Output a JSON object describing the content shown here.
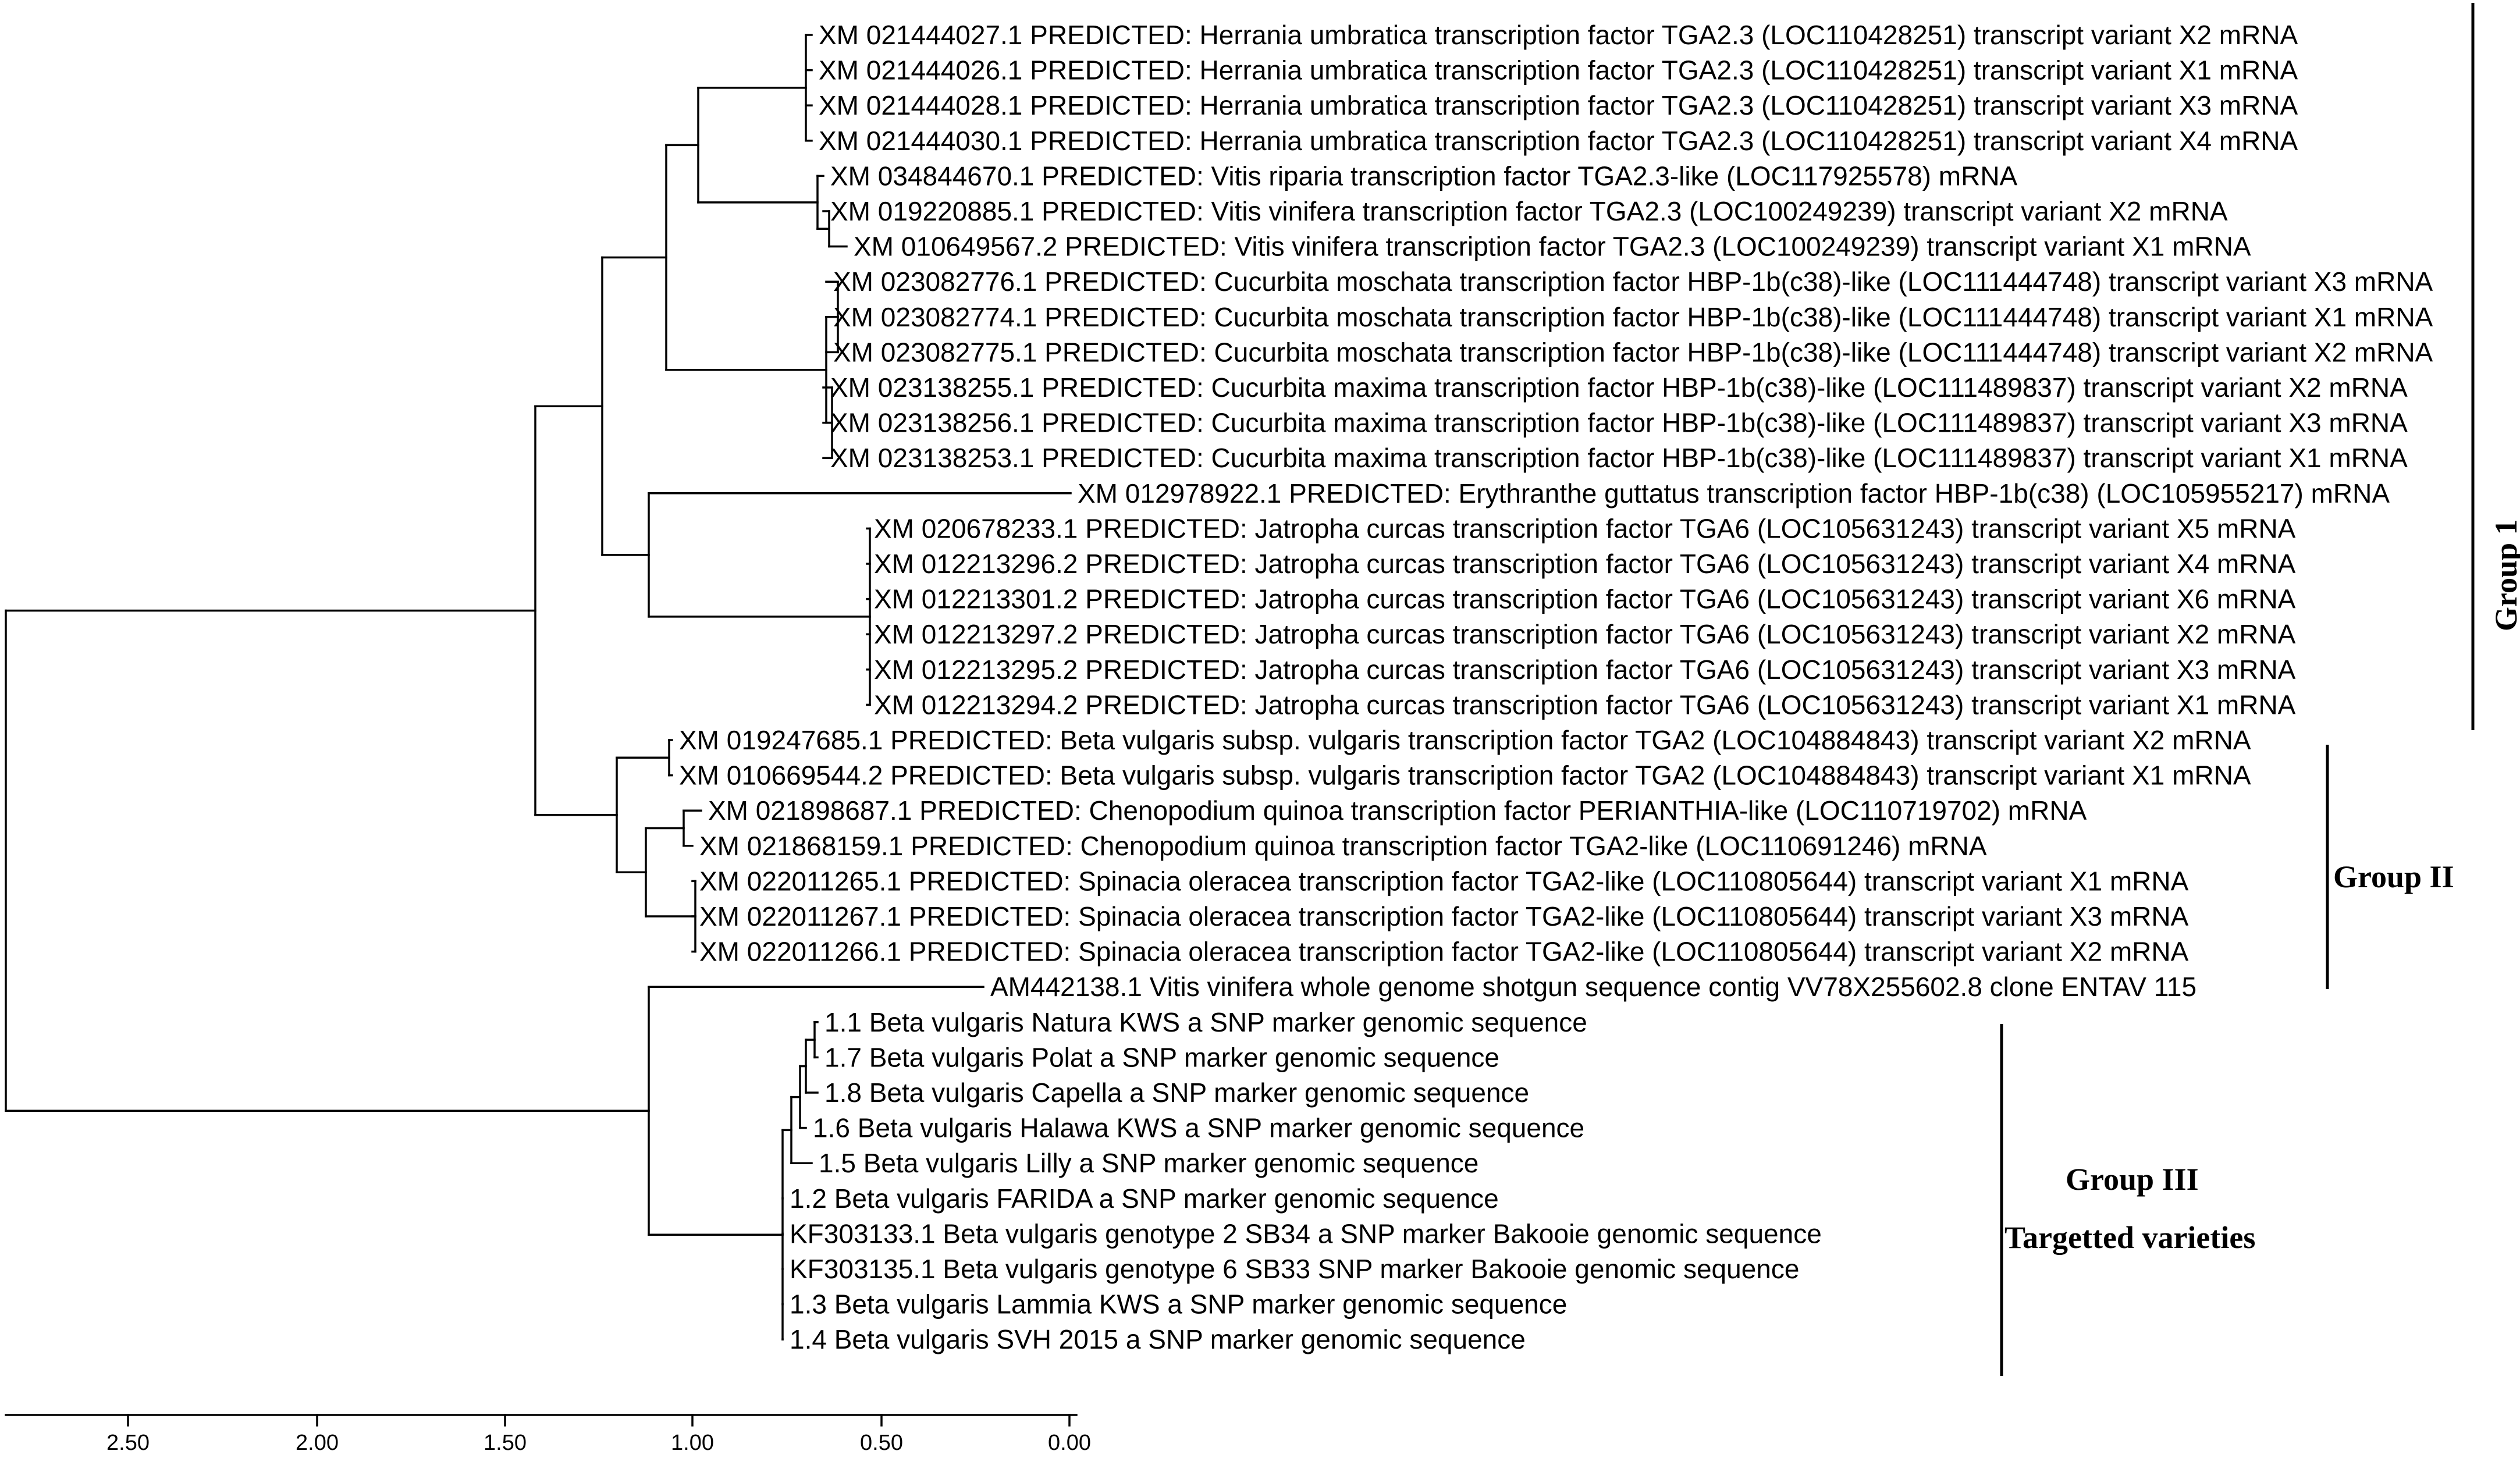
{
  "tree": {
    "leaves": [
      "XM 021444027.1 PREDICTED: Herrania umbratica transcription factor TGA2.3 (LOC110428251) transcript variant X2 mRNA",
      "XM 021444026.1 PREDICTED: Herrania umbratica transcription factor TGA2.3 (LOC110428251) transcript variant X1 mRNA",
      "XM 021444028.1 PREDICTED: Herrania umbratica transcription factor TGA2.3 (LOC110428251) transcript variant X3 mRNA",
      "XM 021444030.1 PREDICTED: Herrania umbratica transcription factor TGA2.3 (LOC110428251) transcript variant X4 mRNA",
      "XM 034844670.1 PREDICTED: Vitis riparia transcription factor TGA2.3-like (LOC117925578) mRNA",
      "XM 019220885.1 PREDICTED: Vitis vinifera transcription factor TGA2.3 (LOC100249239) transcript variant X2 mRNA",
      "XM 010649567.2 PREDICTED: Vitis vinifera transcription factor TGA2.3 (LOC100249239) transcript variant X1 mRNA",
      "XM 023082776.1 PREDICTED: Cucurbita moschata transcription factor HBP-1b(c38)-like (LOC111444748) transcript variant X3 mRNA",
      "XM 023082774.1 PREDICTED: Cucurbita moschata transcription factor HBP-1b(c38)-like (LOC111444748) transcript variant X1 mRNA",
      "XM 023082775.1 PREDICTED: Cucurbita moschata transcription factor HBP-1b(c38)-like (LOC111444748) transcript variant X2 mRNA",
      "XM 023138255.1 PREDICTED: Cucurbita maxima transcription factor HBP-1b(c38)-like (LOC111489837) transcript variant X2 mRNA",
      "XM 023138256.1 PREDICTED: Cucurbita maxima transcription factor HBP-1b(c38)-like (LOC111489837) transcript variant X3 mRNA",
      "XM 023138253.1 PREDICTED: Cucurbita maxima transcription factor HBP-1b(c38)-like (LOC111489837) transcript variant X1 mRNA",
      "XM 012978922.1 PREDICTED: Erythranthe guttatus transcription factor HBP-1b(c38) (LOC105955217) mRNA",
      "XM 020678233.1 PREDICTED: Jatropha curcas transcription factor TGA6 (LOC105631243) transcript variant X5 mRNA",
      "XM 012213296.2 PREDICTED: Jatropha curcas transcription factor TGA6 (LOC105631243) transcript variant X4 mRNA",
      "XM 012213301.2 PREDICTED: Jatropha curcas transcription factor TGA6 (LOC105631243) transcript variant X6 mRNA",
      "XM 012213297.2 PREDICTED: Jatropha curcas transcription factor TGA6 (LOC105631243) transcript variant X2 mRNA",
      "XM 012213295.2 PREDICTED: Jatropha curcas transcription factor TGA6 (LOC105631243) transcript variant X3 mRNA",
      "XM 012213294.2 PREDICTED: Jatropha curcas transcription factor TGA6 (LOC105631243) transcript variant X1 mRNA",
      "XM 019247685.1 PREDICTED: Beta vulgaris subsp. vulgaris transcription factor TGA2 (LOC104884843) transcript variant X2 mRNA",
      "XM 010669544.2 PREDICTED: Beta vulgaris subsp. vulgaris transcription factor TGA2 (LOC104884843) transcript variant X1 mRNA",
      "XM 021898687.1 PREDICTED: Chenopodium quinoa transcription factor PERIANTHIA-like (LOC110719702) mRNA",
      "XM 021868159.1 PREDICTED: Chenopodium quinoa transcription factor TGA2-like (LOC110691246) mRNA",
      "XM 022011265.1 PREDICTED: Spinacia oleracea transcription factor TGA2-like (LOC110805644) transcript variant X1 mRNA",
      "XM 022011267.1 PREDICTED: Spinacia oleracea transcription factor TGA2-like (LOC110805644) transcript variant X3 mRNA",
      "XM 022011266.1 PREDICTED: Spinacia oleracea transcription factor TGA2-like (LOC110805644) transcript variant X2 mRNA",
      "AM442138.1 Vitis vinifera whole genome shotgun sequence contig VV78X255602.8 clone ENTAV 115",
      "1.1 Beta vulgaris Natura KWS a SNP marker genomic sequence",
      "1.7 Beta vulgaris Polat a SNP marker genomic sequence",
      "1.8 Beta vulgaris Capella a SNP marker genomic sequence",
      "1.6 Beta vulgaris Halawa KWS a SNP marker genomic sequence",
      "1.5 Beta vulgaris Lilly a SNP marker genomic sequence",
      "1.2 Beta vulgaris FARIDA a SNP marker genomic sequence",
      "KF303133.1 Beta vulgaris genotype 2 SB34 a SNP marker Bakooie genomic sequence",
      "KF303135.1 Beta vulgaris genotype 6 SB33 SNP marker Bakooie genomic sequence",
      "1.3 Beta vulgaris Lammia KWS a SNP marker genomic sequence",
      "1.4 Beta vulgaris SVH 2015 a SNP marker genomic sequence"
    ]
  },
  "groups": {
    "group1": "Group 1",
    "group2": "Group II",
    "group3": "Group III",
    "group3_sub": "Targetted varieties"
  },
  "scale": {
    "ticks": [
      "2.50",
      "2.00",
      "1.50",
      "1.00",
      "0.50",
      "0.00"
    ]
  }
}
